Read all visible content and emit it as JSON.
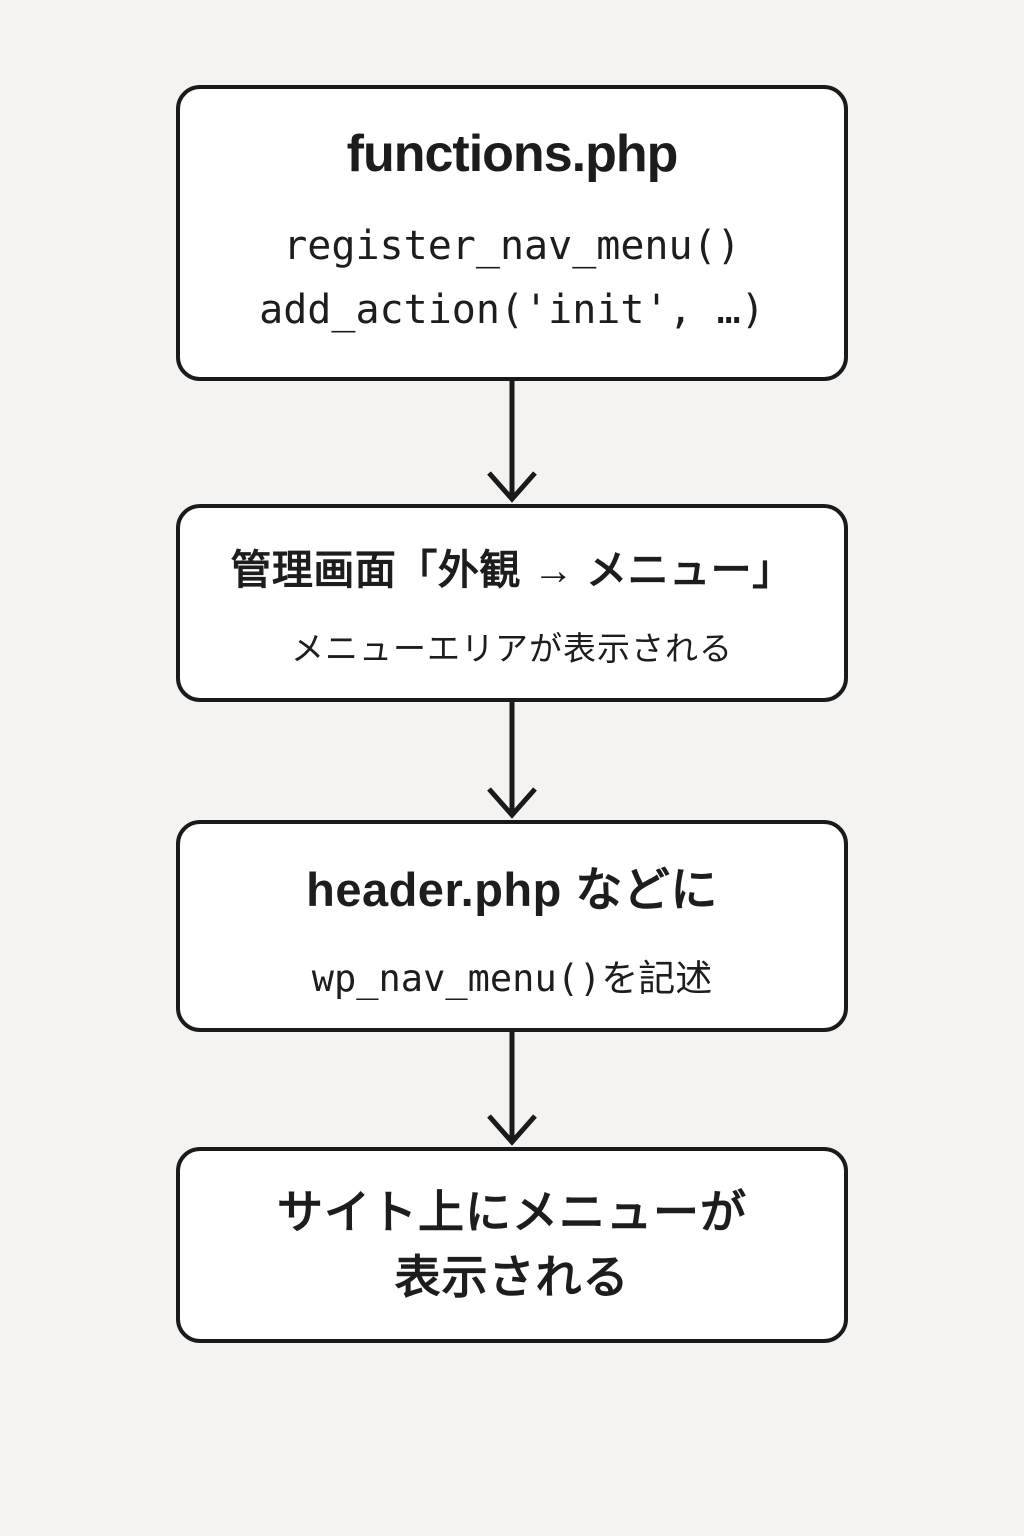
{
  "colors": {
    "background": "#f4f3f1",
    "box_fill": "#ffffff",
    "border": "#1a1a1a",
    "text": "#1d1d1d"
  },
  "diagram": {
    "type": "flowchart",
    "direction": "top-down",
    "steps": [
      {
        "id": "functions-php",
        "title": "functions.php",
        "code_lines": [
          "register_nav_menu()",
          "add_action('init', …)"
        ]
      },
      {
        "id": "admin-screen",
        "title": "管理画面「外観 → メニュー」",
        "subtitle": "メニューエリアが表示される"
      },
      {
        "id": "header-php",
        "title": "header.php などに",
        "subtitle": "wp_nav_menu()を記述"
      },
      {
        "id": "site-result",
        "title": "サイト上にメニューが\n表示される"
      }
    ],
    "connections": [
      {
        "from": "functions-php",
        "to": "admin-screen"
      },
      {
        "from": "admin-screen",
        "to": "header-php"
      },
      {
        "from": "header-php",
        "to": "site-result"
      }
    ]
  }
}
